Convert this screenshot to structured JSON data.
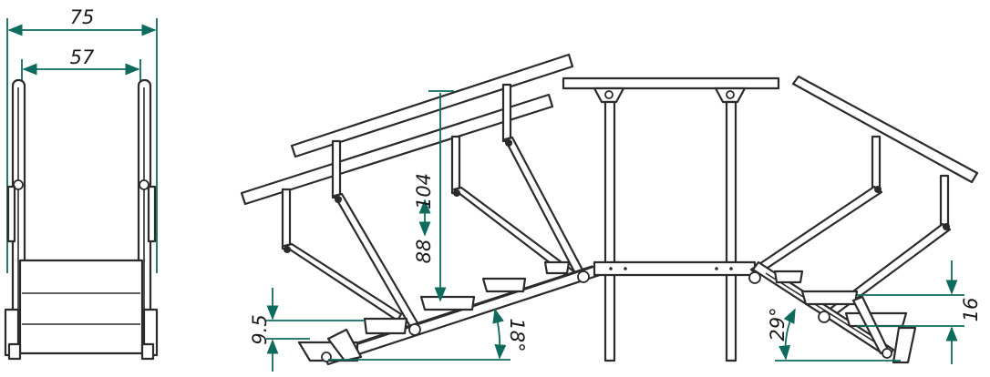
{
  "colors": {
    "dimension": "#0e6b5e",
    "line": "#2b2b2b",
    "background": "#ffffff"
  },
  "dimensions": {
    "outer_width": "75",
    "inner_width": "57",
    "height_overall": "104",
    "height_reach": "88",
    "step_rise_left": "9.5",
    "angle_left": "18°",
    "angle_right": "29°",
    "step_rise_right": "16"
  }
}
